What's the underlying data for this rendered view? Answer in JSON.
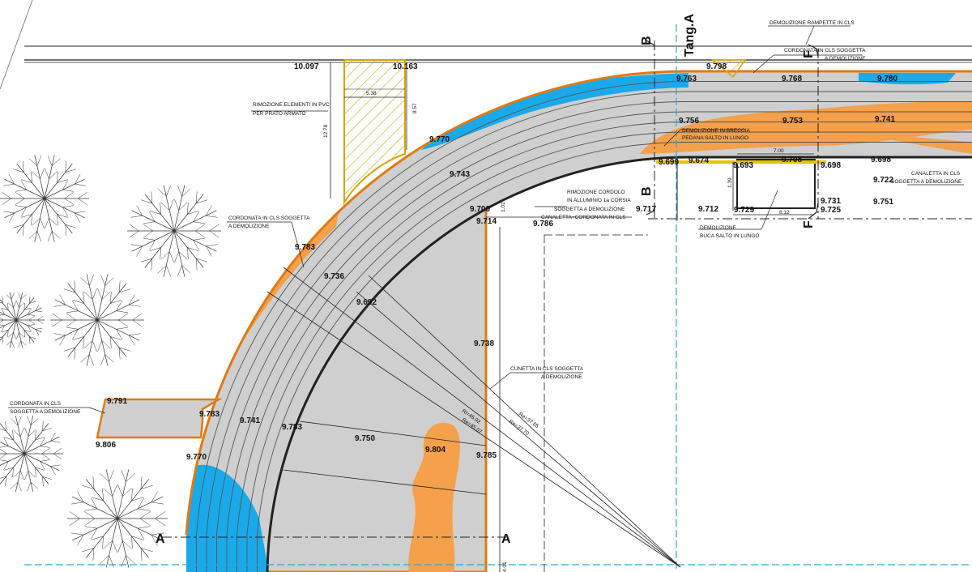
{
  "drawing": {
    "colors": {
      "paving_gray": "#cfcfcf",
      "water_blue": "#1aaaea",
      "orange": "#f5a04a",
      "curb_orange": "#e07a12",
      "hatch_yellow": "#d9a300",
      "dash_blue": "#2aa6d8",
      "line": "#222222"
    },
    "tang_label": "Tang.A",
    "section_letters": [
      "B",
      "B",
      "F",
      "F",
      "A",
      "A"
    ],
    "elevations": [
      "10.097",
      "10.163",
      "9.798",
      "9.763",
      "9.768",
      "9.780",
      "9.770",
      "9.756",
      "9.753",
      "9.741",
      "9.743",
      "9.699",
      "9.674",
      "9.693",
      "9.708",
      "9.698",
      "9.698",
      "9.722",
      "9.700",
      "9.714",
      "9.786",
      "9.717",
      "9.712",
      "9.729",
      "9.731",
      "9.725",
      "9.751",
      "9.783",
      "9.736",
      "9.692",
      "9.738",
      "9.791",
      "9.783",
      "9.741",
      "9.783",
      "9.750",
      "9.804",
      "9.785",
      "9.806",
      "9.770"
    ],
    "notes": {
      "rampette": "DEMOLIZIONE RAMPETTE IN CLS",
      "cordonata_top_1": "CORDONATA IN CLS SOGGETTA",
      "cordonata_top_2": "A DEMOLIZIONE",
      "pvc_1": "RIMOZIONE ELEMENTI IN PVC",
      "pvc_2": "PER PRATO ARMATO",
      "breccia_1": "DEMOLIZIONE IN BRECCIA",
      "breccia_2": "PEDANA SALTO IN LUNGO",
      "cordolo_1": "RIMOZIONE CORDOLO",
      "cordolo_2": "IN ALLUMINIO 1a CORSIA",
      "cordolo_3": "SOGGETTA A DEMOLIZIONE",
      "canaletta_cord": "CANALETTA+CORDONATA IN CLS",
      "canaletta_1": "CANALETTA IN CLS",
      "canaletta_2": "SOGGETTA A DEMOLIZIONE",
      "buca_1": "DEMOLIZIONE",
      "buca_2": "BUCA SALTO IN LUNGO",
      "cord_left_1": "CORDONATA IN CLS SOGGETTA",
      "cord_left_2": "A DEMOLIZIONE",
      "cunetta_1": "CUNETTA IN CLS SOGGETTA",
      "cunetta_2": "A DEMOLIZIONE",
      "cord_far_1": "CORDONATA IN CLS",
      "cord_far_2": "SOGGETTA A DEMOLIZIONE"
    },
    "dimensions": {
      "d_538": "5.38",
      "d_857": "8.57",
      "d_1278": "12.78",
      "d_700": "7.00",
      "d_812": "8.12",
      "d_139": "1.39",
      "d_401": "4.01",
      "d_101": "1.01",
      "r1": "Ri=45.02",
      "r2": "Re=45.07",
      "r3": "Re=37.65",
      "r4": "Re=37.70"
    }
  }
}
